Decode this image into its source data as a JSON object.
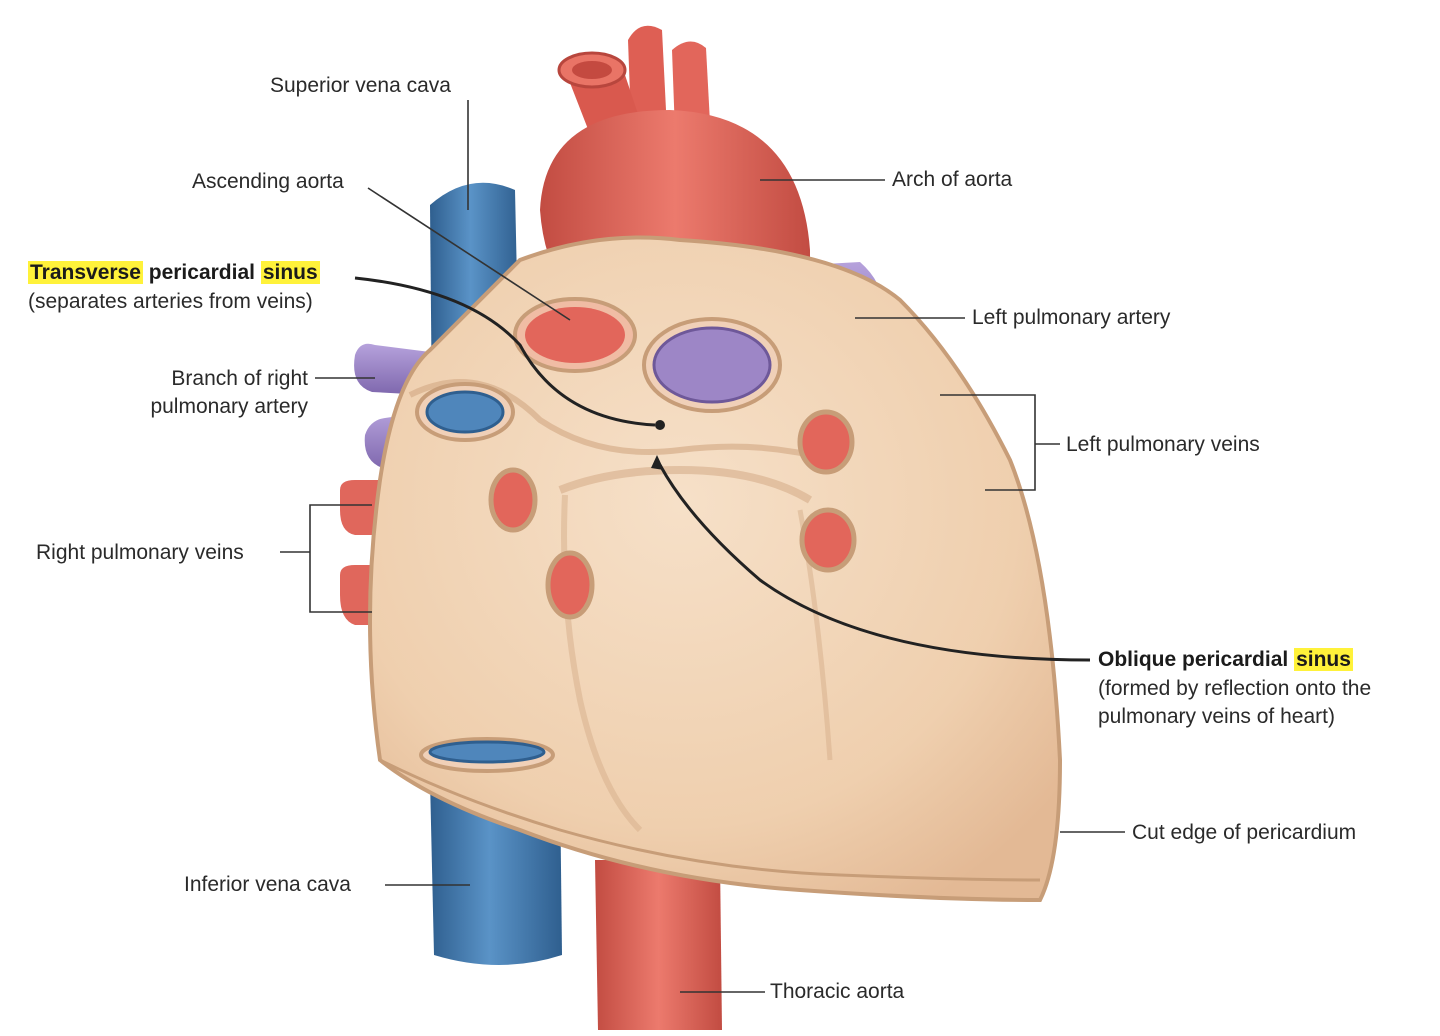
{
  "colors": {
    "aorta": "#e2665b",
    "aorta_dark": "#b8463d",
    "vein_blue": "#4f86bb",
    "vein_blue_dark": "#2f5f8f",
    "pulmonary_artery": "#9d86c6",
    "pericardium": "#f1d3b4",
    "pericardium_edge": "#caa07c",
    "highlight": "#fff23a"
  },
  "labels": {
    "svc": "Superior vena cava",
    "ascending_aorta": "Ascending aorta",
    "arch_aorta": "Arch of aorta",
    "transverse_pre": "Transverse",
    "transverse_mid": " pericardial ",
    "transverse_post": "sinus",
    "transverse_sub": "(separates arteries from veins)",
    "left_pa": "Left pulmonary artery",
    "branch_rpa_1": "Branch of right",
    "branch_rpa_2": "pulmonary artery",
    "left_pv": "Left pulmonary veins",
    "right_pv": "Right pulmonary veins",
    "oblique_pre": "Oblique pericardial ",
    "oblique_post": "sinus",
    "oblique_sub1": "(formed by reflection onto the",
    "oblique_sub2": "pulmonary veins of heart)",
    "cut_edge": "Cut edge of pericardium",
    "ivc": "Inferior vena cava",
    "thoracic_aorta": "Thoracic aorta"
  }
}
